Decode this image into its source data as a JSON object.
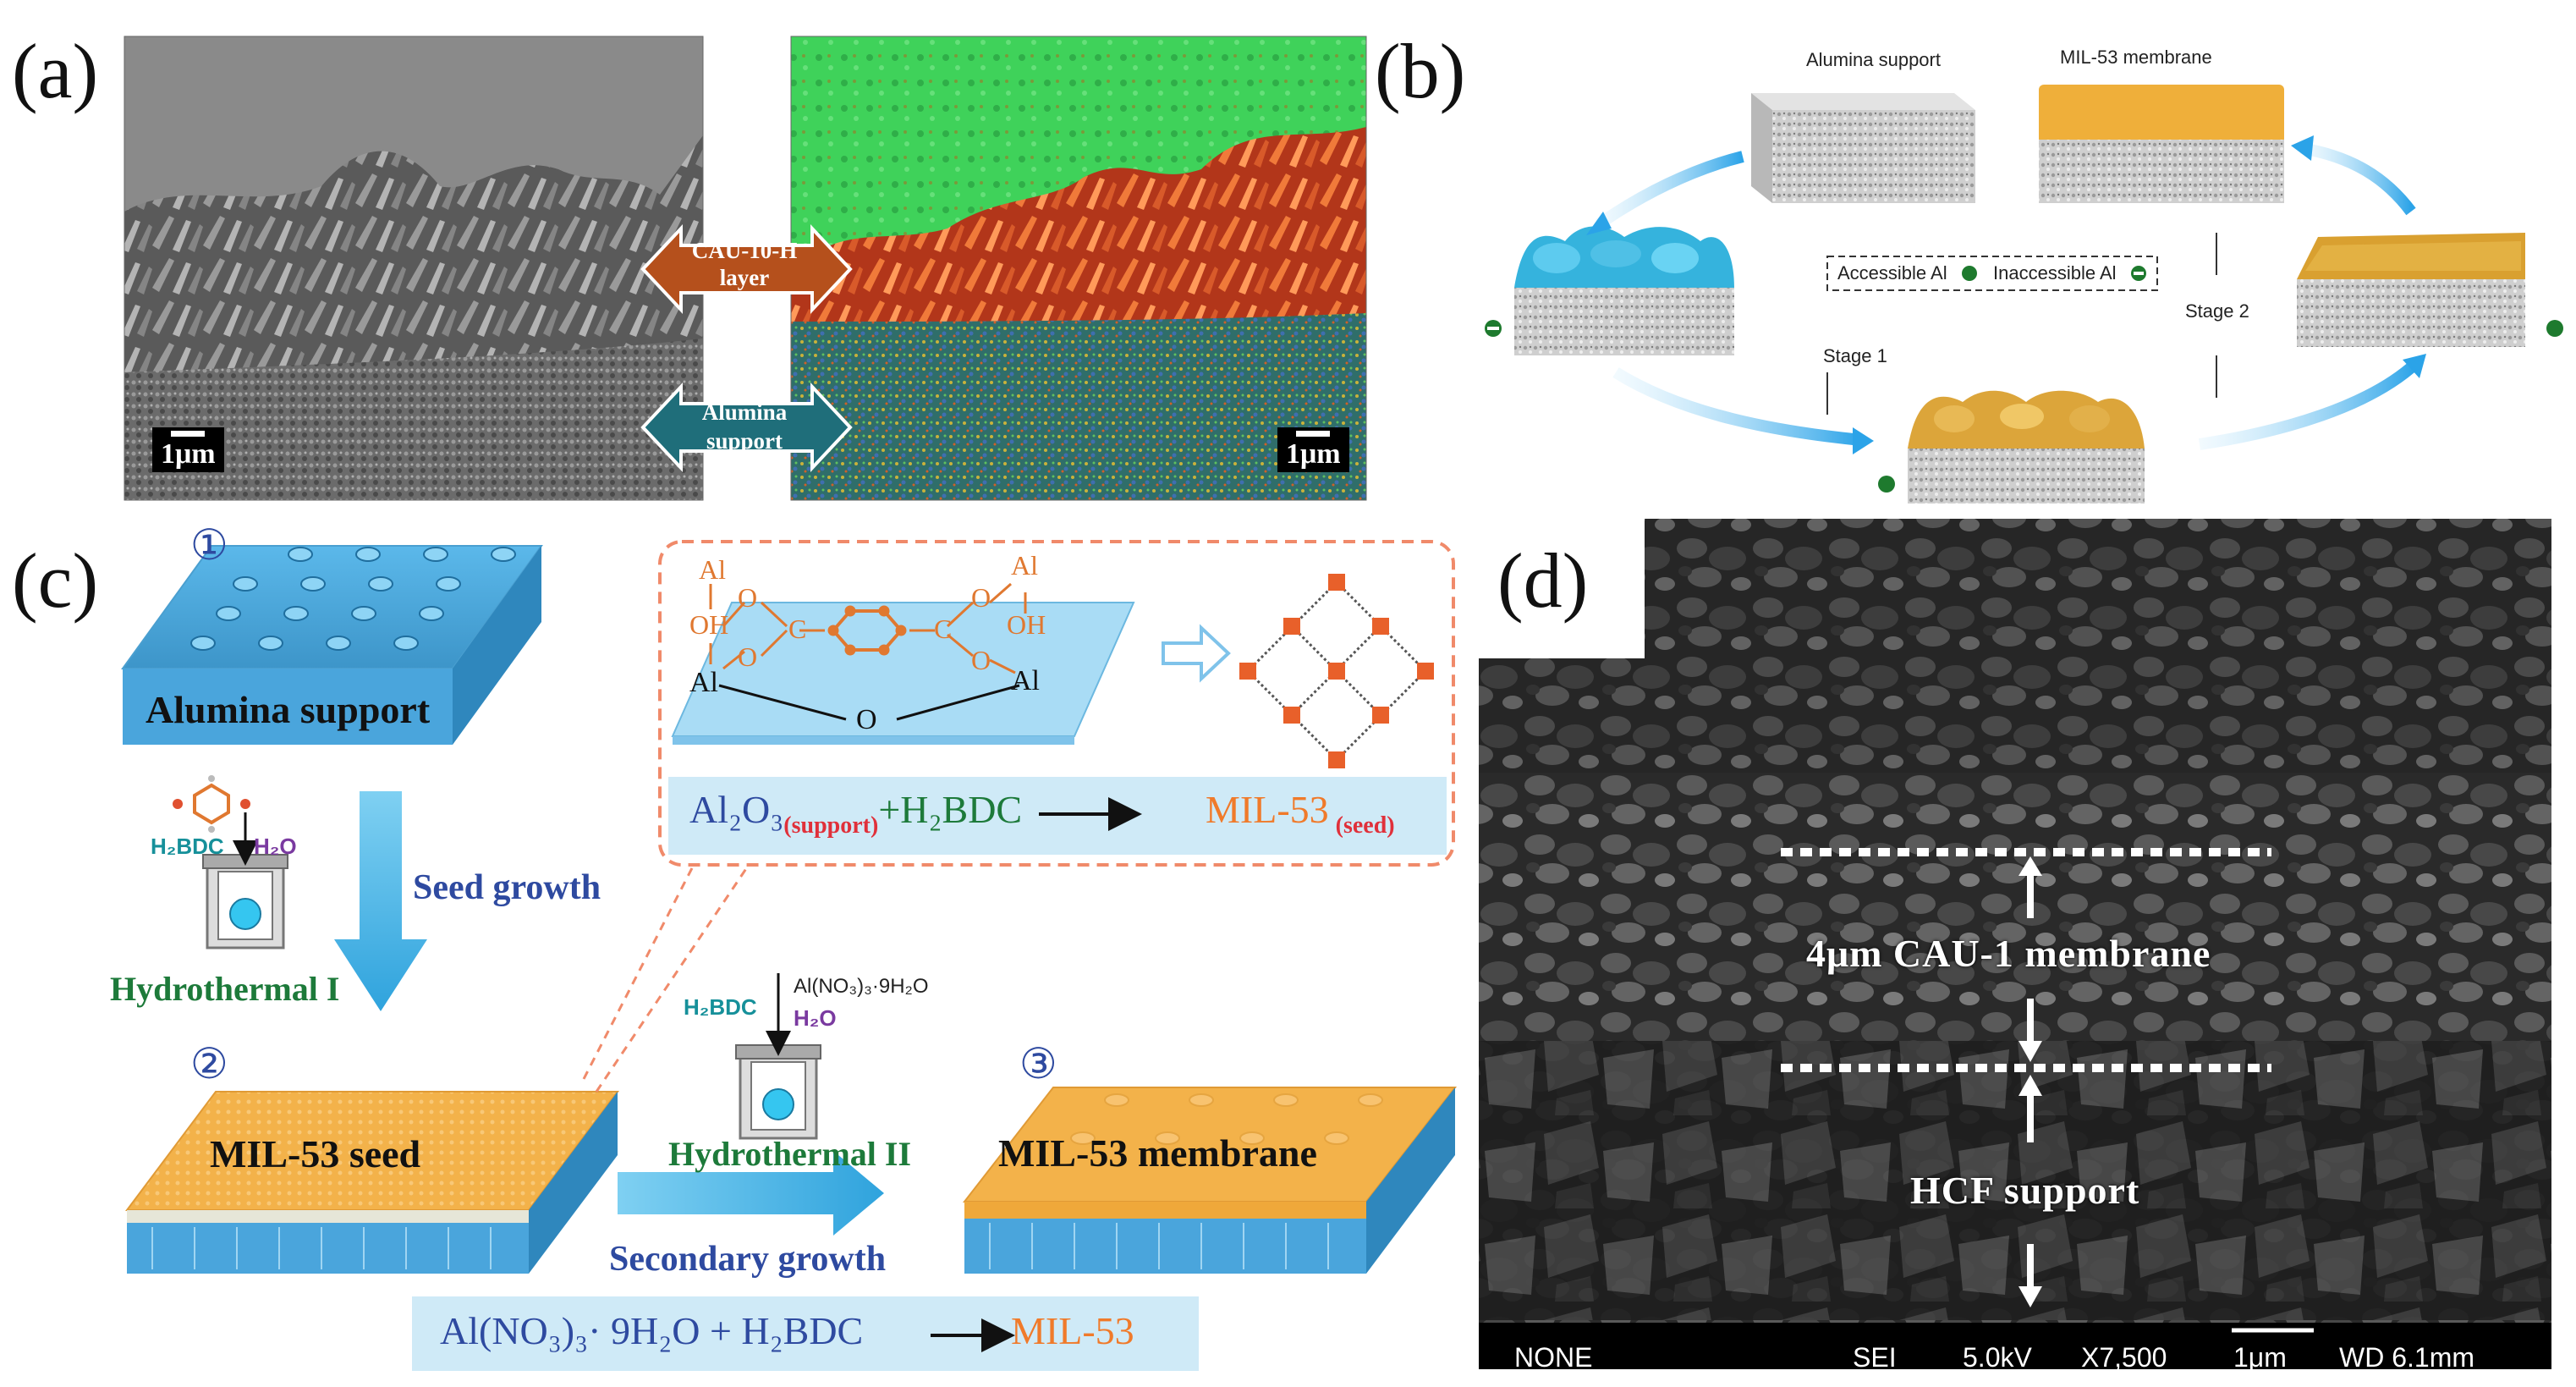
{
  "panel_a": {
    "letter": "(a)",
    "layer_label_line1": "CAU-10-H",
    "layer_label_line2": "layer",
    "support_label_line1": "Alumina",
    "support_label_line2": "support",
    "scale_left": "1μm",
    "scale_right": "1μm",
    "colors": {
      "layer_arrow": "#b5501c",
      "support_arrow": "#1f6e7a"
    }
  },
  "panel_b": {
    "letter": "(b)",
    "alumina_support": "Alumina support",
    "mil53_membrane": "MIL-53 membrane",
    "accessible_al": "Accessible Al",
    "inaccessible_al": "Inaccessible Al",
    "stage1": "Stage 1",
    "stage2": "Stage 2",
    "colors": {
      "blue_crystals": "#35b3dd",
      "gold_crystals": "#dca53a",
      "arrow": "#3aa7e6",
      "marker": "#1e7a2e"
    }
  },
  "panel_c": {
    "letter": "(c)",
    "step1_num": "①",
    "step2_num": "②",
    "step3_num": "③",
    "alumina_support": "Alumina support",
    "seed_growth": "Seed growth",
    "h2bdc": "H₂BDC",
    "h2o": "H₂O",
    "hydrothermal1": "Hydrothermal I",
    "mil53_seed": "MIL-53 seed",
    "hydrothermal2": "Hydrothermal  II",
    "secondary_growth": "Secondary growth",
    "mil53_membrane": "MIL-53 membrane",
    "h2bdc_2": "H₂BDC",
    "aln_reagent": "Al(NO₃)₃·9H₂O",
    "h2o_2": "H₂O",
    "eq_main": "Al(NO₃)₃· 9H₂O + H₂BDC",
    "eq_main_product": "MIL-53",
    "inset_eq_left": "Al₂O₃",
    "inset_eq_support": "(support)",
    "inset_eq_mid": "+H₂BDC",
    "inset_eq_product": "MIL-53",
    "inset_eq_seed": "(seed)",
    "inset_atoms": {
      "al_tl": "Al",
      "oh_l": "OH",
      "al_bl": "Al",
      "al_tr": "Al",
      "oh_r": "OH",
      "al_br": "Al",
      "o_bottom": "O",
      "o1": "O",
      "o2": "O",
      "o3": "O",
      "o4": "O",
      "c_left": "C",
      "c_right": "C"
    },
    "colors": {
      "support_blue": "#5bb8ea",
      "seed_orange": "#f3b24a",
      "text_blue": "#2e4aa0",
      "text_green": "#1d7a3a",
      "product_orange": "#f07a2a",
      "inset_border": "#f08a6a"
    }
  },
  "panel_d": {
    "letter": "(d)",
    "membrane_label": "4μm CAU-1 membrane",
    "support_label": "HCF support",
    "footer": {
      "mode": "NONE",
      "detector": "SEI",
      "voltage": "5.0kV",
      "magnification": "X7,500",
      "scale": "1μm",
      "wd": "WD 6.1mm"
    }
  }
}
